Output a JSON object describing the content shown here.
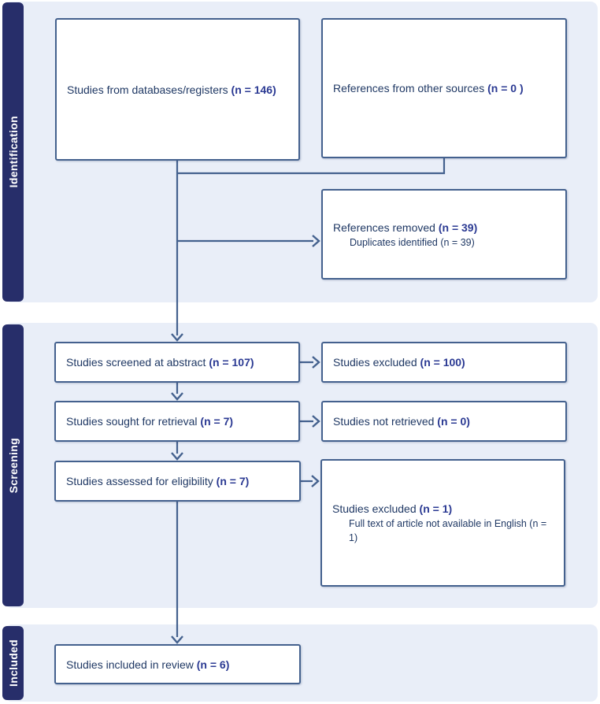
{
  "palette": {
    "band": "#E9EEF8",
    "sidebar": "#272E6A",
    "border": "#44618E",
    "text": "#1F3864",
    "bold_text": "#2B3A93",
    "line": "#44618E"
  },
  "sidebar": {
    "identification": "Identification",
    "screening": "Screening",
    "included": "Included"
  },
  "boxes": {
    "studies_db": {
      "text": "Studies from databases/registers ",
      "count": "(n = 146)"
    },
    "other_sources": {
      "text": "References from other sources ",
      "count": "(n = 0 )"
    },
    "refs_removed": {
      "text": "References removed ",
      "count": "(n = 39)",
      "sub": "Duplicates identified (n = 39)"
    },
    "screened": {
      "text": "Studies screened at abstract ",
      "count": "(n = 107)"
    },
    "excluded_abstract": {
      "text": "Studies excluded ",
      "count": "(n = 100)"
    },
    "sought": {
      "text": "Studies sought for retrieval ",
      "count": "(n = 7)"
    },
    "not_retrieved": {
      "text": "Studies not retrieved ",
      "count": "(n = 0)"
    },
    "assessed": {
      "text": "Studies assessed for eligibility ",
      "count": "(n = 7)"
    },
    "excluded_fulltext": {
      "text": "Studies excluded ",
      "count": "(n = 1)",
      "sub": "Full text of article not available in English (n = 1)"
    },
    "included_review": {
      "text": "Studies included in review ",
      "count": "(n = 6)"
    }
  }
}
